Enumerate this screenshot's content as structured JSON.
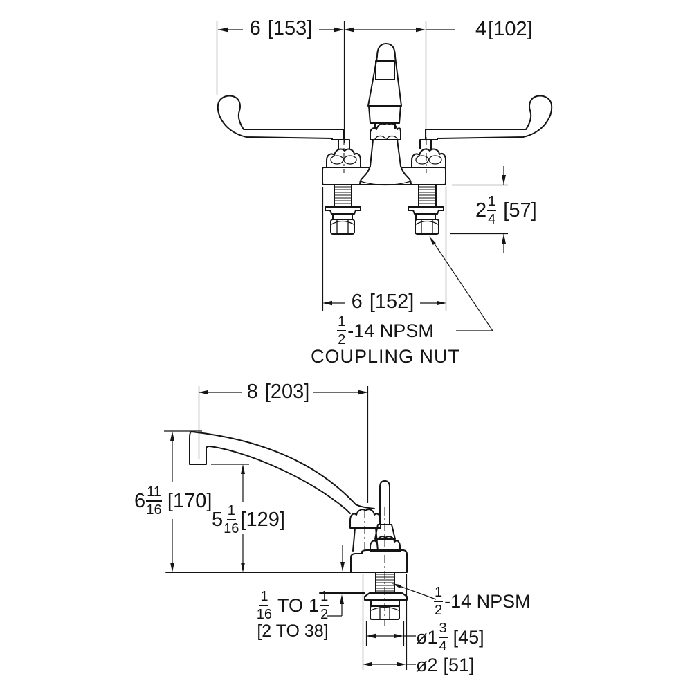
{
  "page": {
    "background": "#ffffff",
    "line_color": "#141414"
  },
  "front_view": {
    "dims": {
      "handle_length": {
        "value": "6",
        "metric": "[153]"
      },
      "handle_centers": {
        "value": "4",
        "metric": "[102]"
      },
      "deck_to_nut": {
        "whole": "2",
        "num": "1",
        "den": "4",
        "metric": "[57]"
      },
      "shank_spread": {
        "value": "6",
        "metric": "[152]"
      },
      "coupling_note": {
        "num": "1",
        "den": "2",
        "thread": "-14 NPSM",
        "line2": "COUPLING NUT"
      }
    }
  },
  "side_view": {
    "dims": {
      "spout_reach": {
        "value": "8",
        "metric": "[203]"
      },
      "spout_height": {
        "whole": "6",
        "num": "11",
        "den": "16",
        "metric": "[170]"
      },
      "outlet_height": {
        "whole": "5",
        "num": "1",
        "den": "16",
        "metric": "[129]"
      },
      "deck_range": {
        "num1": "1",
        "den1": "16",
        "joiner": "TO",
        "whole2": "1",
        "num2": "1",
        "den2": "2",
        "metric": "[2 TO 38]"
      },
      "thread_note": {
        "num": "1",
        "den": "2",
        "thread": "-14 NPSM"
      },
      "flange_diameter": {
        "prefix": "ø1",
        "num": "3",
        "den": "4",
        "metric": "[45]"
      },
      "base_diameter": {
        "value": "ø2",
        "metric": "[51]"
      }
    }
  }
}
